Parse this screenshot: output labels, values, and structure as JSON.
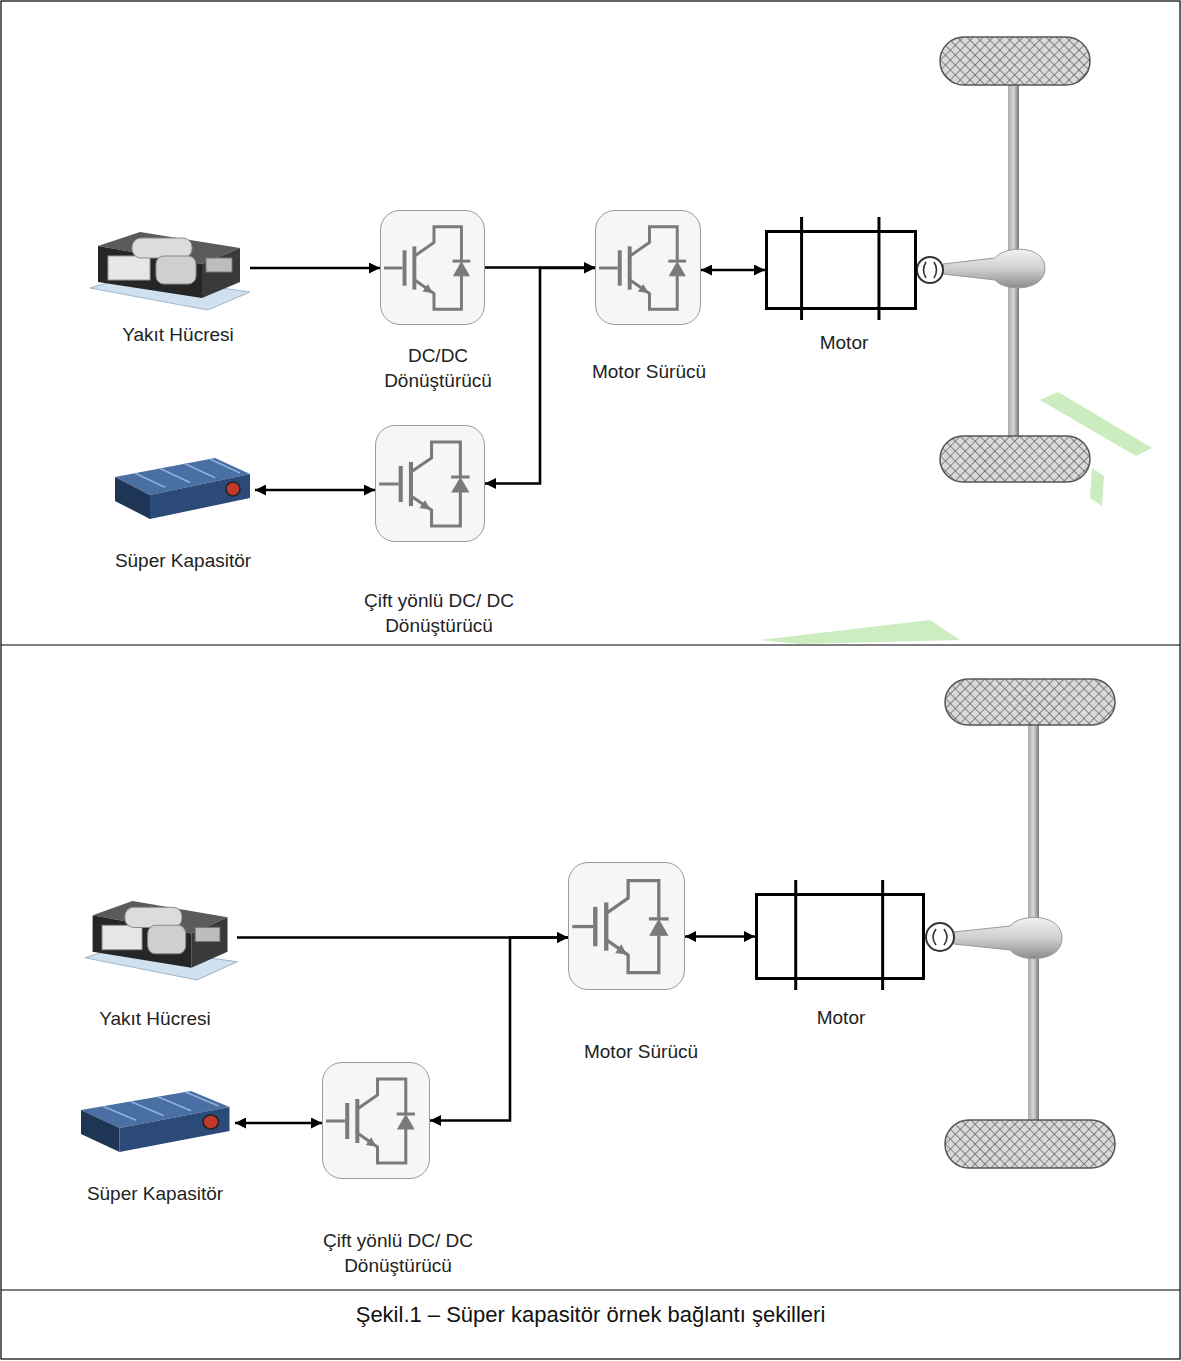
{
  "diagram": {
    "caption": "Şekil.1 – Süper kapasitör örnek bağlantı şekilleri",
    "nodes": [
      {
        "text": [
          "Yakıt Hücresi"
        ]
      },
      {
        "text": [
          "DC/DC Dönüştürücü"
        ]
      },
      {
        "text": [
          "Motor Sürücü"
        ]
      },
      {
        "text": [
          "Motor"
        ]
      },
      {
        "text": [
          "Süper Kapasitör"
        ]
      },
      {
        "text": [
          "Çift yönlü DC/ DC Dönüştürücü"
        ]
      },
      {
        "text": [
          "Yakıt Hücresi"
        ]
      },
      {
        "text": [
          "Motor Sürücü"
        ]
      },
      {
        "text": [
          "Motor"
        ]
      },
      {
        "text": [
          "Süper Kapasitör"
        ]
      },
      {
        "text": [
          "Çift yönlü DC/ DC Dönüştürücü"
        ]
      }
    ],
    "edges": [
      {
        "from": 0,
        "to": 1,
        "arrow": "to"
      },
      {
        "from": 1,
        "to": 2,
        "arrow": "to"
      },
      {
        "from": 5,
        "to": 2,
        "arrow": "both"
      },
      {
        "from": 4,
        "to": 5,
        "arrow": "both"
      },
      {
        "from": 2,
        "to": 3,
        "arrow": "both"
      },
      {
        "from": 6,
        "to": 7,
        "arrow": "to"
      },
      {
        "from": 10,
        "to": 7,
        "arrow": "both"
      },
      {
        "from": 9,
        "to": 10,
        "arrow": "both"
      },
      {
        "from": 7,
        "to": 8,
        "arrow": "both"
      }
    ]
  }
}
